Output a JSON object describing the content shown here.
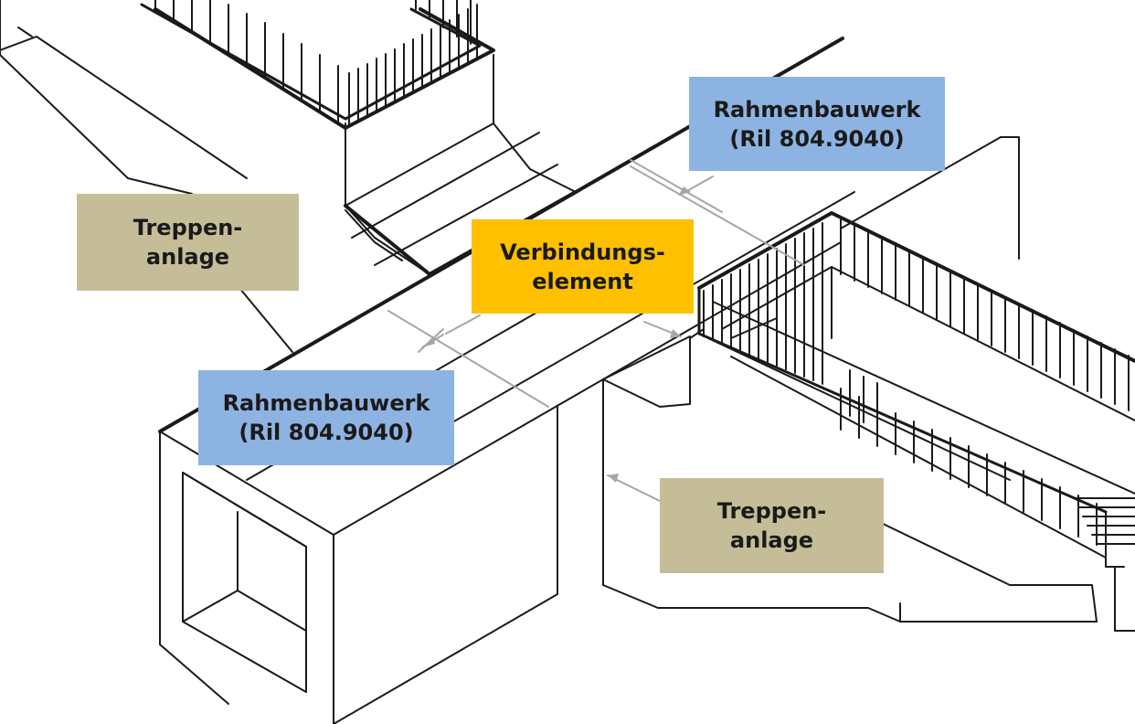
{
  "labels": {
    "rahmen_top": {
      "line1": "Rahmenbauwerk",
      "line2": "(Ril 804.9040)"
    },
    "rahmen_bottom": {
      "line1": "Rahmenbauwerk",
      "line2": "(Ril 804.9040)"
    },
    "verbindung": {
      "line1": "Verbindungs-",
      "line2": "element"
    },
    "treppe_left": {
      "line1": "Treppen-",
      "line2": "anlage"
    },
    "treppe_right": {
      "line1": "Treppen-",
      "line2": "anlage"
    }
  },
  "colors": {
    "rahmen": "#8db3e2",
    "treppe": "#c4bd97",
    "verbindung": "#ffc000",
    "line": "#1a1a1a",
    "leader": "#a6a6a6"
  }
}
